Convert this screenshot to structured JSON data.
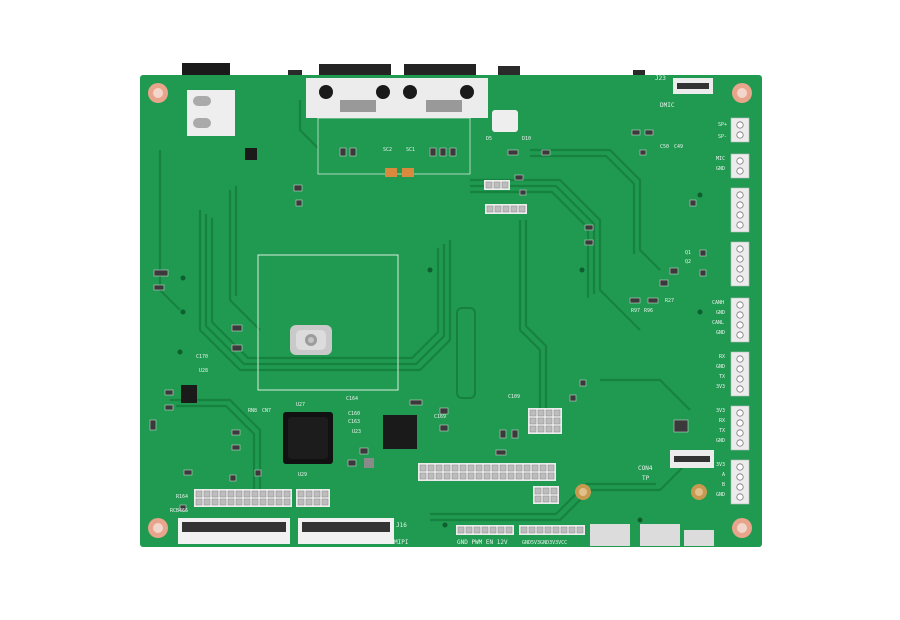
{
  "board": {
    "pcb_color": "#1f9a50",
    "trace_color": "#17803f",
    "silk_color": "#e8f2ec",
    "hole_color": "#e8a58c",
    "chip_color": "#111111"
  },
  "connector_labels": {
    "j23": "J23",
    "dmic": "DMIC",
    "con4": "CON4",
    "tp": "TP",
    "j16": "J16",
    "mipi": "MIPI",
    "power_header": "GND PWM EN 12V",
    "io_header": "GND5V3GND3V3VCC"
  },
  "terminal_labels": {
    "speaker": [
      "SP+",
      "SP-"
    ],
    "mic": [
      "MIC",
      "GND"
    ],
    "can": [
      "CANH",
      "GND",
      "CANL",
      "GND"
    ],
    "uart1": [
      "RX",
      "GND",
      "TX",
      "3V3"
    ],
    "uart2": [
      "3V3",
      "RX",
      "TX",
      "GND"
    ],
    "usb": [
      "3V3",
      "A",
      "B",
      "GND"
    ]
  },
  "component_labels": {
    "u28": "U28",
    "u23": "U23",
    "u27": "U27",
    "u29": "U29",
    "c50": "C50",
    "c49": "C49",
    "c170": "C170",
    "q1": "Q1",
    "q2": "Q2",
    "sc1": "SC1",
    "sc2": "SC2",
    "r164": "R164",
    "rcb466": "RCB466",
    "d5": "D5",
    "d10": "D10",
    "r97": "R97",
    "r96": "R96",
    "r27": "R27",
    "c164": "C164",
    "c160": "C160",
    "c163": "C163",
    "c169": "C169",
    "c109": "C109",
    "rn8": "RN8",
    "cn7": "CN7"
  }
}
